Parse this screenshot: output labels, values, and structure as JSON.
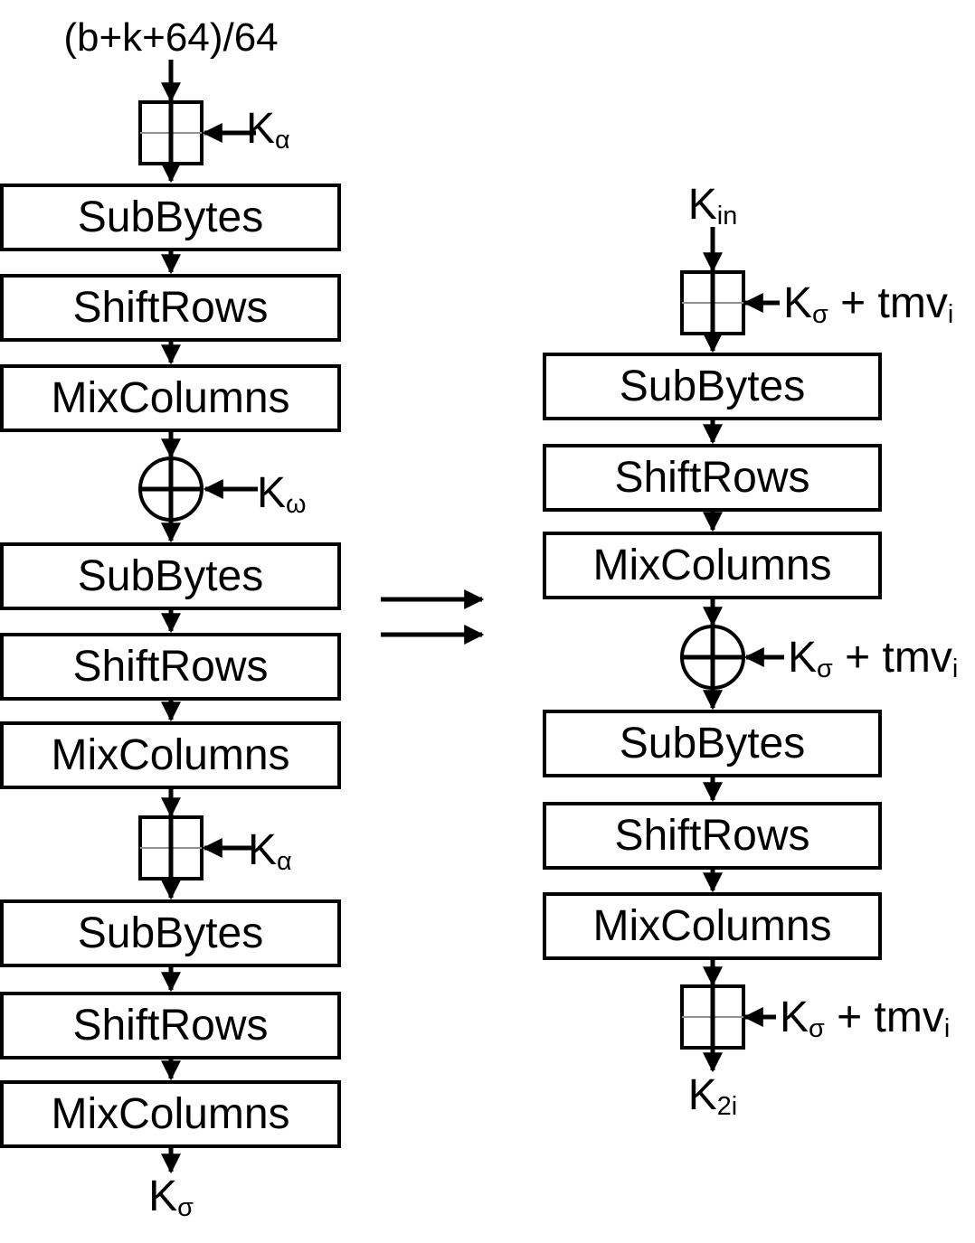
{
  "diagram": {
    "description_colors": {
      "stroke": "#000000",
      "background": "#ffffff",
      "grid_midline": "#909090"
    },
    "left_column": {
      "input_label": "(b+k+64)/64",
      "boxes": [
        "SubBytes",
        "ShiftRows",
        "MixColumns",
        "SubBytes",
        "ShiftRows",
        "MixColumns",
        "SubBytes",
        "ShiftRows",
        "MixColumns"
      ],
      "key_alpha": {
        "base": "K",
        "sub": "α"
      },
      "key_omega": {
        "base": "K",
        "sub": "ω"
      },
      "output_key": {
        "base": "K",
        "sub": "σ"
      }
    },
    "right_column": {
      "input_key": {
        "base": "K",
        "sub": "in"
      },
      "boxes": [
        "SubBytes",
        "ShiftRows",
        "MixColumns",
        "SubBytes",
        "ShiftRows",
        "MixColumns"
      ],
      "round_key": {
        "k": "K",
        "k_sub": "σ",
        "plus_tmv": " + tmv",
        "tmv_sub": "i"
      },
      "output_key": {
        "base": "K",
        "sub": "2i"
      }
    }
  }
}
